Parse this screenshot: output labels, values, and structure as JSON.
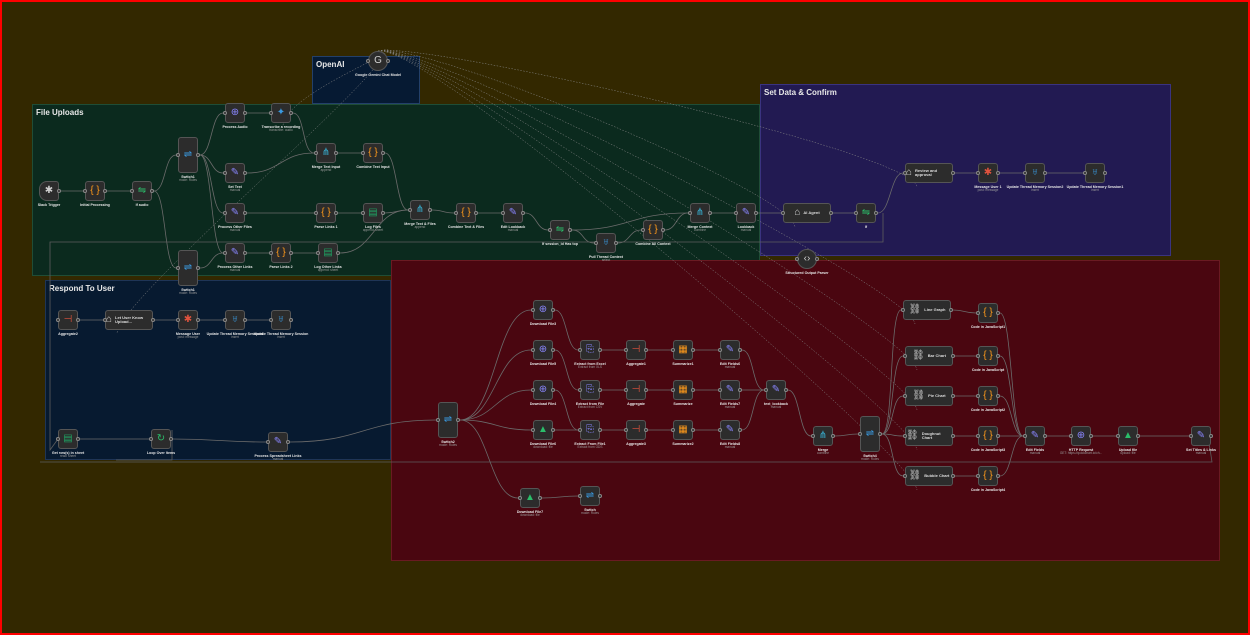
{
  "canvas": {
    "background": "#332800",
    "border": "#ff0000"
  },
  "groups": {
    "openai": {
      "title": "OpenAI",
      "color": "#061a33"
    },
    "file_uploads": {
      "title": "File Uploads",
      "color": "#0b2a1e"
    },
    "set_data": {
      "title": "Set Data & Confirm",
      "color": "#221a52"
    },
    "respond": {
      "title": "Respond To User",
      "color": "#071a30"
    },
    "red": {
      "title": "",
      "color": "#4a0610"
    }
  },
  "nodes": {
    "gemini": {
      "label": "Google Gemini Chat Model",
      "sub": "",
      "icon": "google-icon"
    },
    "slack_trigger": {
      "label": "Slack Trigger",
      "sub": "",
      "icon": "slack-icon"
    },
    "initial_processing": {
      "label": "Initial Processing",
      "sub": "",
      "icon": "code-icon"
    },
    "if_audio": {
      "label": "If audio",
      "sub": "",
      "icon": "if-icon"
    },
    "switch_a": {
      "label": "Switch1",
      "sub": "mode: Rules",
      "icon": "switch-icon"
    },
    "process_audio": {
      "label": "Process Audio",
      "sub": "",
      "icon": "globe-icon"
    },
    "transcribe": {
      "label": "Transcribe a recording",
      "sub": "transcribe: audio",
      "icon": "gemini-icon"
    },
    "set_text": {
      "label": "Set Text",
      "sub": "manual",
      "icon": "pencil-icon"
    },
    "merge_text_input": {
      "label": "Merge Text Input",
      "sub": "append",
      "icon": "merge-icon"
    },
    "combine_text_input": {
      "label": "Combine Text Input",
      "sub": "",
      "icon": "code-icon"
    },
    "process_other_files": {
      "label": "Process Other Files",
      "sub": "manual",
      "icon": "pencil-icon"
    },
    "parse_links_1": {
      "label": "Parse Links 1",
      "sub": "",
      "icon": "code-icon"
    },
    "log_files": {
      "label": "Log Files",
      "sub": "append: sheet",
      "icon": "sheets-icon"
    },
    "merge_text_files": {
      "label": "Merge Text & Files",
      "sub": "append",
      "icon": "merge-icon"
    },
    "combine_text_files": {
      "label": "Combine Text & Files",
      "sub": "",
      "icon": "code-icon"
    },
    "edit_lookback": {
      "label": "Edit Lookback",
      "sub": "manual",
      "icon": "pencil-icon"
    },
    "if_session": {
      "label": "If session_id Has top",
      "sub": "",
      "icon": "if-icon"
    },
    "pull_thread": {
      "label": "Pull Thread Context",
      "sub": "select",
      "icon": "postgres-icon"
    },
    "combine_all": {
      "label": "Combine All Context",
      "sub": "",
      "icon": "code-icon"
    },
    "merge_context": {
      "label": "Merge Context",
      "sub": "combine",
      "icon": "merge-icon"
    },
    "lookback": {
      "label": "Lookback",
      "sub": "manual",
      "icon": "pencil-icon"
    },
    "switch_b": {
      "label": "Switch1",
      "sub": "mode: Rules",
      "icon": "switch-icon"
    },
    "process_other_links": {
      "label": "Process Other Links",
      "sub": "manual",
      "icon": "pencil-icon"
    },
    "parse_links_2": {
      "label": "Parse Links 2",
      "sub": "",
      "icon": "code-icon"
    },
    "log_other_links": {
      "label": "Log Other Links",
      "sub": "append: sheet",
      "icon": "sheets-icon"
    },
    "ai_agent": {
      "label": "AI Agent",
      "sub": "",
      "icon": "robot-icon"
    },
    "structured_parser": {
      "label": "Structured Output Parser",
      "sub": "",
      "icon": "braces-icon"
    },
    "if_set": {
      "label": "If",
      "sub": "",
      "icon": "if-icon"
    },
    "review_approval": {
      "label": "Review and approval",
      "sub": "",
      "icon": "robot-icon"
    },
    "message_user1": {
      "label": "Message User 1",
      "sub": "post: message",
      "icon": "slack-icon"
    },
    "update_mem_a": {
      "label": "Update Thread Memory Session2",
      "sub": "insert",
      "icon": "postgres-icon"
    },
    "update_mem_b": {
      "label": "Update Thread Memory Session1",
      "sub": "insert",
      "icon": "postgres-icon"
    },
    "aggregate2": {
      "label": "Aggregate2",
      "sub": "",
      "icon": "aggregate-icon"
    },
    "let_user_know": {
      "label": "Let User Know Upload...",
      "sub": "",
      "icon": "robot-icon"
    },
    "message_user": {
      "label": "Message User",
      "sub": "post: message",
      "icon": "slack-icon"
    },
    "update_mem_c": {
      "label": "Update Thread Memory Session4",
      "sub": "insert",
      "icon": "postgres-icon"
    },
    "update_mem_d": {
      "label": "Update Thread Memory Session",
      "sub": "insert",
      "icon": "postgres-icon"
    },
    "get_rows": {
      "label": "Get row(s) in sheet",
      "sub": "read: sheet",
      "icon": "sheets-icon"
    },
    "loop_items": {
      "label": "Loop Over Items",
      "sub": "",
      "icon": "loop-icon"
    },
    "process_sheet_links": {
      "label": "Process Spreadsheet Links",
      "sub": "manual",
      "icon": "pencil-icon"
    },
    "switch2": {
      "label": "Switch2",
      "sub": "mode: Rules",
      "icon": "switch-icon"
    },
    "download_file3": {
      "label": "Download File3",
      "sub": "",
      "icon": "globe-icon"
    },
    "download_file5": {
      "label": "Download File5",
      "sub": "",
      "icon": "globe-icon"
    },
    "download_file4": {
      "label": "Download File4",
      "sub": "",
      "icon": "globe-icon"
    },
    "download_file6": {
      "label": "Download File6",
      "sub": "download: file",
      "icon": "gdrive-icon"
    },
    "download_file7": {
      "label": "Download File7",
      "sub": "download: file",
      "icon": "gdrive-icon"
    },
    "switch_c": {
      "label": "Switch",
      "sub": "mode: Rules",
      "icon": "switch-icon"
    },
    "extract_excel": {
      "label": "Extract from Excel",
      "sub": "Extract from XLS",
      "icon": "extract-icon"
    },
    "extract_file": {
      "label": "Extract from File",
      "sub": "Extract from CSV",
      "icon": "extract-icon"
    },
    "extract_file1": {
      "label": "Extract From File1",
      "sub": "Extract from ODS",
      "icon": "extract-icon"
    },
    "aggregate1": {
      "label": "Aggregate1",
      "sub": "",
      "icon": "aggregate-icon"
    },
    "aggregate": {
      "label": "Aggregate",
      "sub": "",
      "icon": "aggregate-icon"
    },
    "aggregate3": {
      "label": "Aggregate3",
      "sub": "",
      "icon": "aggregate-icon"
    },
    "summarize1": {
      "label": "Summarize1",
      "sub": "",
      "icon": "summarize-icon"
    },
    "summarize": {
      "label": "Summarize",
      "sub": "",
      "icon": "summarize-icon"
    },
    "summarize2": {
      "label": "Summarize2",
      "sub": "",
      "icon": "summarize-icon"
    },
    "edit_fields6": {
      "label": "Edit Fields6",
      "sub": "manual",
      "icon": "pencil-icon"
    },
    "edit_fields7": {
      "label": "Edit Fields7",
      "sub": "manual",
      "icon": "pencil-icon"
    },
    "edit_fields8": {
      "label": "Edit Fields8",
      "sub": "manual",
      "icon": "pencil-icon"
    },
    "text_lookback": {
      "label": "text_lookback",
      "sub": "manual",
      "icon": "pencil-icon"
    },
    "merge": {
      "label": "Merge",
      "sub": "combine",
      "icon": "merge-icon"
    },
    "switch4": {
      "label": "Switch4",
      "sub": "mode: Rules",
      "icon": "switch-icon"
    },
    "line_graph": {
      "label": "Line Graph",
      "sub": "",
      "icon": "link-icon"
    },
    "bar_chart": {
      "label": "Bar Chart",
      "sub": "",
      "icon": "link-icon"
    },
    "pie_chart": {
      "label": "Pie Chart",
      "sub": "",
      "icon": "link-icon"
    },
    "doughnut_chart": {
      "label": "Doughnut Chart",
      "sub": "",
      "icon": "link-icon"
    },
    "bubble_chart": {
      "label": "Bubble Chart",
      "sub": "",
      "icon": "link-icon"
    },
    "code_js1": {
      "label": "Code in JavaScript1",
      "sub": "",
      "icon": "code-icon"
    },
    "code_js": {
      "label": "Code in JavaScript",
      "sub": "",
      "icon": "code-icon"
    },
    "code_js2": {
      "label": "Code in JavaScript2",
      "sub": "",
      "icon": "code-icon"
    },
    "code_js3": {
      "label": "Code in JavaScript3",
      "sub": "",
      "icon": "code-icon"
    },
    "code_js4": {
      "label": "Code in JavaScript4",
      "sub": "",
      "icon": "code-icon"
    },
    "edit_fields": {
      "label": "Edit Fields",
      "sub": "manual",
      "icon": "pencil-icon"
    },
    "http_request": {
      "label": "HTTP Request",
      "sub": "GET: https://quickchart.io/ch...",
      "icon": "globe-icon"
    },
    "upload_file": {
      "label": "Upload file",
      "sub": "upload: file",
      "icon": "gdrive-icon"
    },
    "set_titles": {
      "label": "Set Titles & Links",
      "sub": "manual",
      "icon": "pencil-icon"
    }
  },
  "icons": {
    "code": "{ }",
    "pencil": "✎",
    "globe": "⊕",
    "if": "⇋",
    "switch": "⇌",
    "merge": "⋔",
    "slack": "✱",
    "sheets": "▤",
    "postgres": "♅",
    "robot": "⌂",
    "link": "⛓",
    "gdrive": "▲",
    "extract": "⎘",
    "aggregate": "⊣",
    "summarize": "▦",
    "loop": "↻",
    "google": "G",
    "gemini": "✦",
    "braces": "‹›"
  }
}
